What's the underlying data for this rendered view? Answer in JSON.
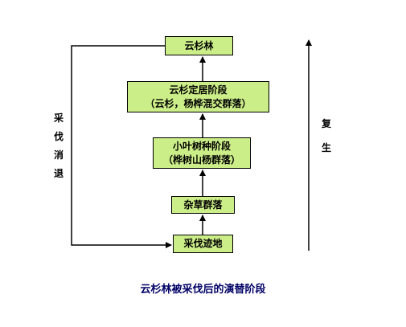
{
  "diagram": {
    "top_box": {
      "lines": [
        "云杉林"
      ]
    },
    "stage3_box": {
      "lines": [
        "云杉定居阶段",
        "（云杉，杨桦混交群落）"
      ]
    },
    "stage2_box": {
      "lines": [
        "小叶树种阶段",
        "（桦树山杨群落）"
      ]
    },
    "stage1_box": {
      "lines": [
        "杂草群落"
      ]
    },
    "base_box": {
      "lines": [
        "采伐迹地"
      ]
    },
    "left_label": "采伐消退",
    "right_label": "复生",
    "caption": "云杉林被采伐后的演替阶段"
  },
  "colors": {
    "box_fill": "#ccee88",
    "caption": "#000066",
    "line": "#000000"
  }
}
